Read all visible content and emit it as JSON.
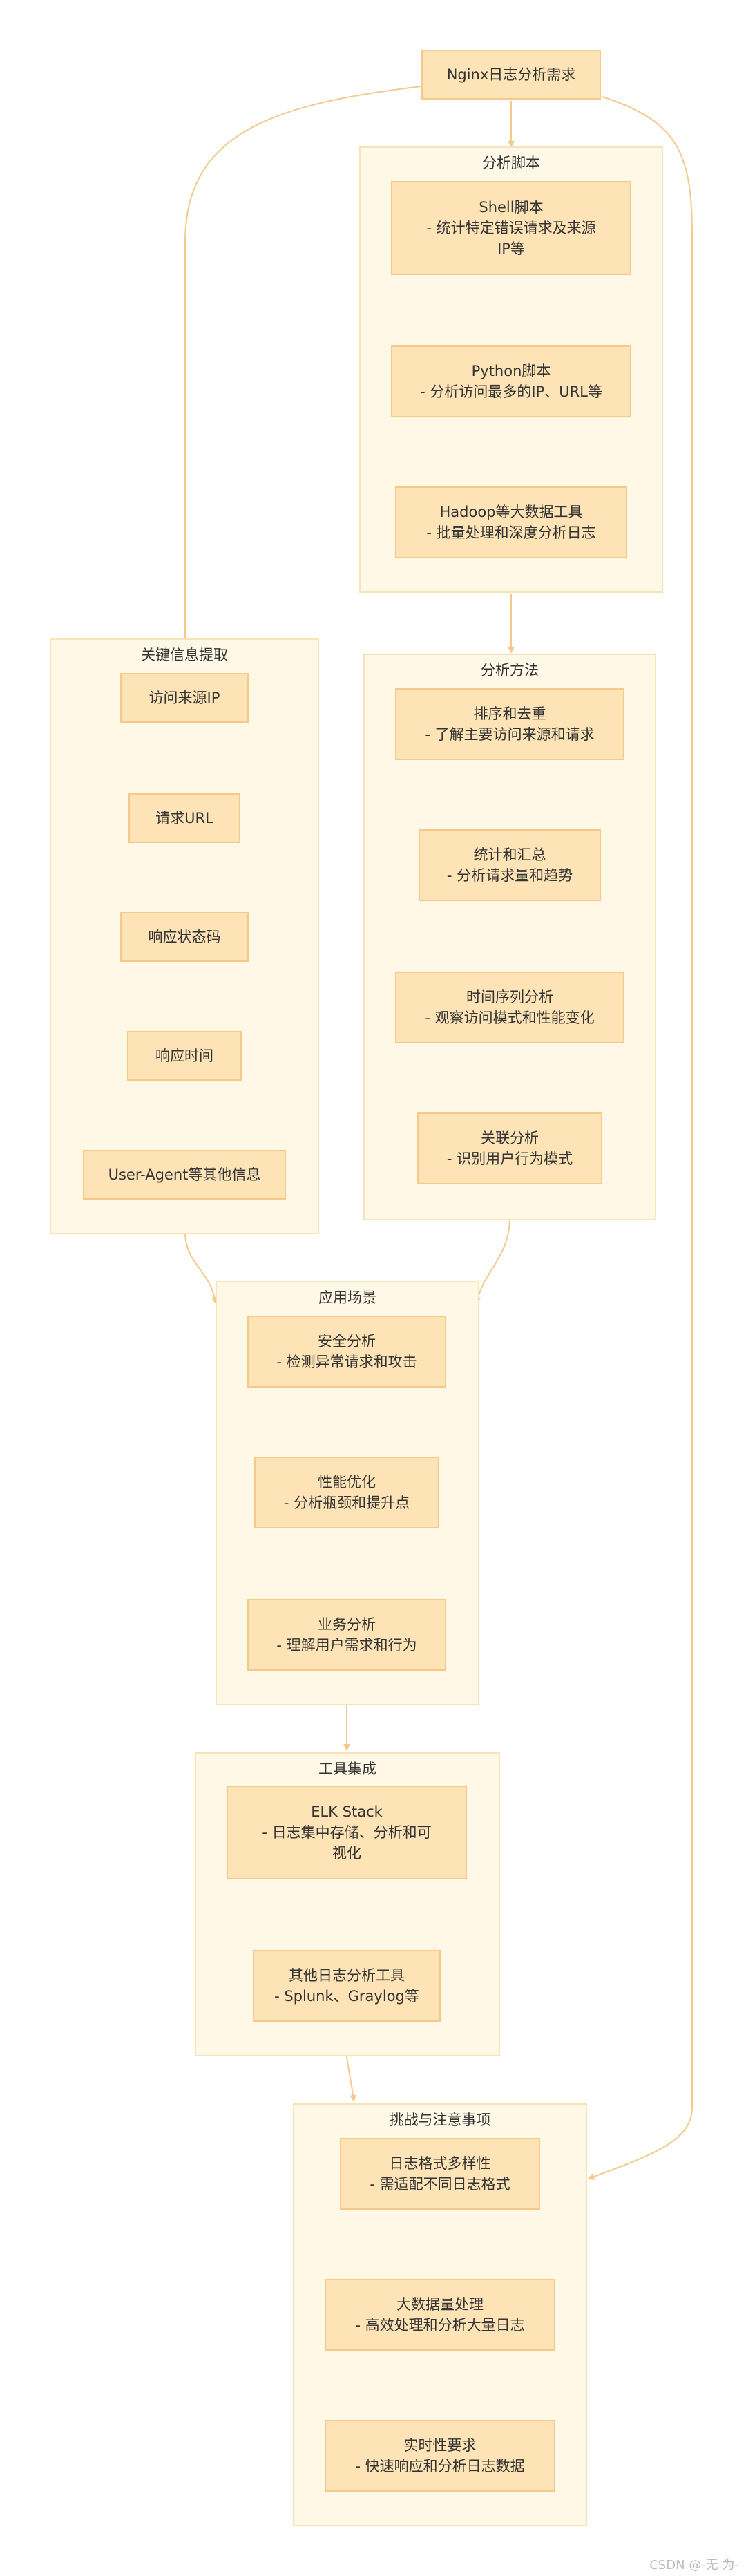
{
  "root": {
    "label": "Nginx日志分析需求"
  },
  "clusters": {
    "scripts": {
      "title": "分析脚本",
      "nodes": [
        {
          "line1": "Shell脚本",
          "line2": "- 统计特定错误请求及来源",
          "line3": "IP等"
        },
        {
          "line1": "Python脚本",
          "line2": "- 分析访问最多的IP、URL等"
        },
        {
          "line1": "Hadoop等大数据工具",
          "line2": "- 批量处理和深度分析日志"
        }
      ]
    },
    "key_info": {
      "title": "关键信息提取",
      "nodes": [
        {
          "line1": "访问来源IP"
        },
        {
          "line1": "请求URL"
        },
        {
          "line1": "响应状态码"
        },
        {
          "line1": "响应时间"
        },
        {
          "line1": "User-Agent等其他信息"
        }
      ]
    },
    "methods": {
      "title": "分析方法",
      "nodes": [
        {
          "line1": "排序和去重",
          "line2": "- 了解主要访问来源和请求"
        },
        {
          "line1": "统计和汇总",
          "line2": "- 分析请求量和趋势"
        },
        {
          "line1": "时间序列分析",
          "line2": "- 观察访问模式和性能变化"
        },
        {
          "line1": "关联分析",
          "line2": "- 识别用户行为模式"
        }
      ]
    },
    "scenarios": {
      "title": "应用场景",
      "nodes": [
        {
          "line1": "安全分析",
          "line2": "- 检测异常请求和攻击"
        },
        {
          "line1": "性能优化",
          "line2": "- 分析瓶颈和提升点"
        },
        {
          "line1": "业务分析",
          "line2": "- 理解用户需求和行为"
        }
      ]
    },
    "tools": {
      "title": "工具集成",
      "nodes": [
        {
          "line1": "ELK Stack",
          "line2": "- 日志集中存储、分析和可",
          "line3": "视化"
        },
        {
          "line1": "其他日志分析工具",
          "line2": "- Splunk、Graylog等"
        }
      ]
    },
    "challenges": {
      "title": "挑战与注意事项",
      "nodes": [
        {
          "line1": "日志格式多样性",
          "line2": "- 需适配不同日志格式"
        },
        {
          "line1": "大数据量处理",
          "line2": "- 高效处理和分析大量日志"
        },
        {
          "line1": "实时性要求",
          "line2": "- 快速响应和分析日志数据"
        }
      ]
    }
  },
  "watermark": "CSDN @-无 为-",
  "colors": {
    "cluster_fill": "#fff8e6",
    "cluster_border": "#f6e3b8",
    "node_fill": "#fde3b5",
    "node_border": "#f4c98a",
    "edge": "#f5c98b"
  }
}
